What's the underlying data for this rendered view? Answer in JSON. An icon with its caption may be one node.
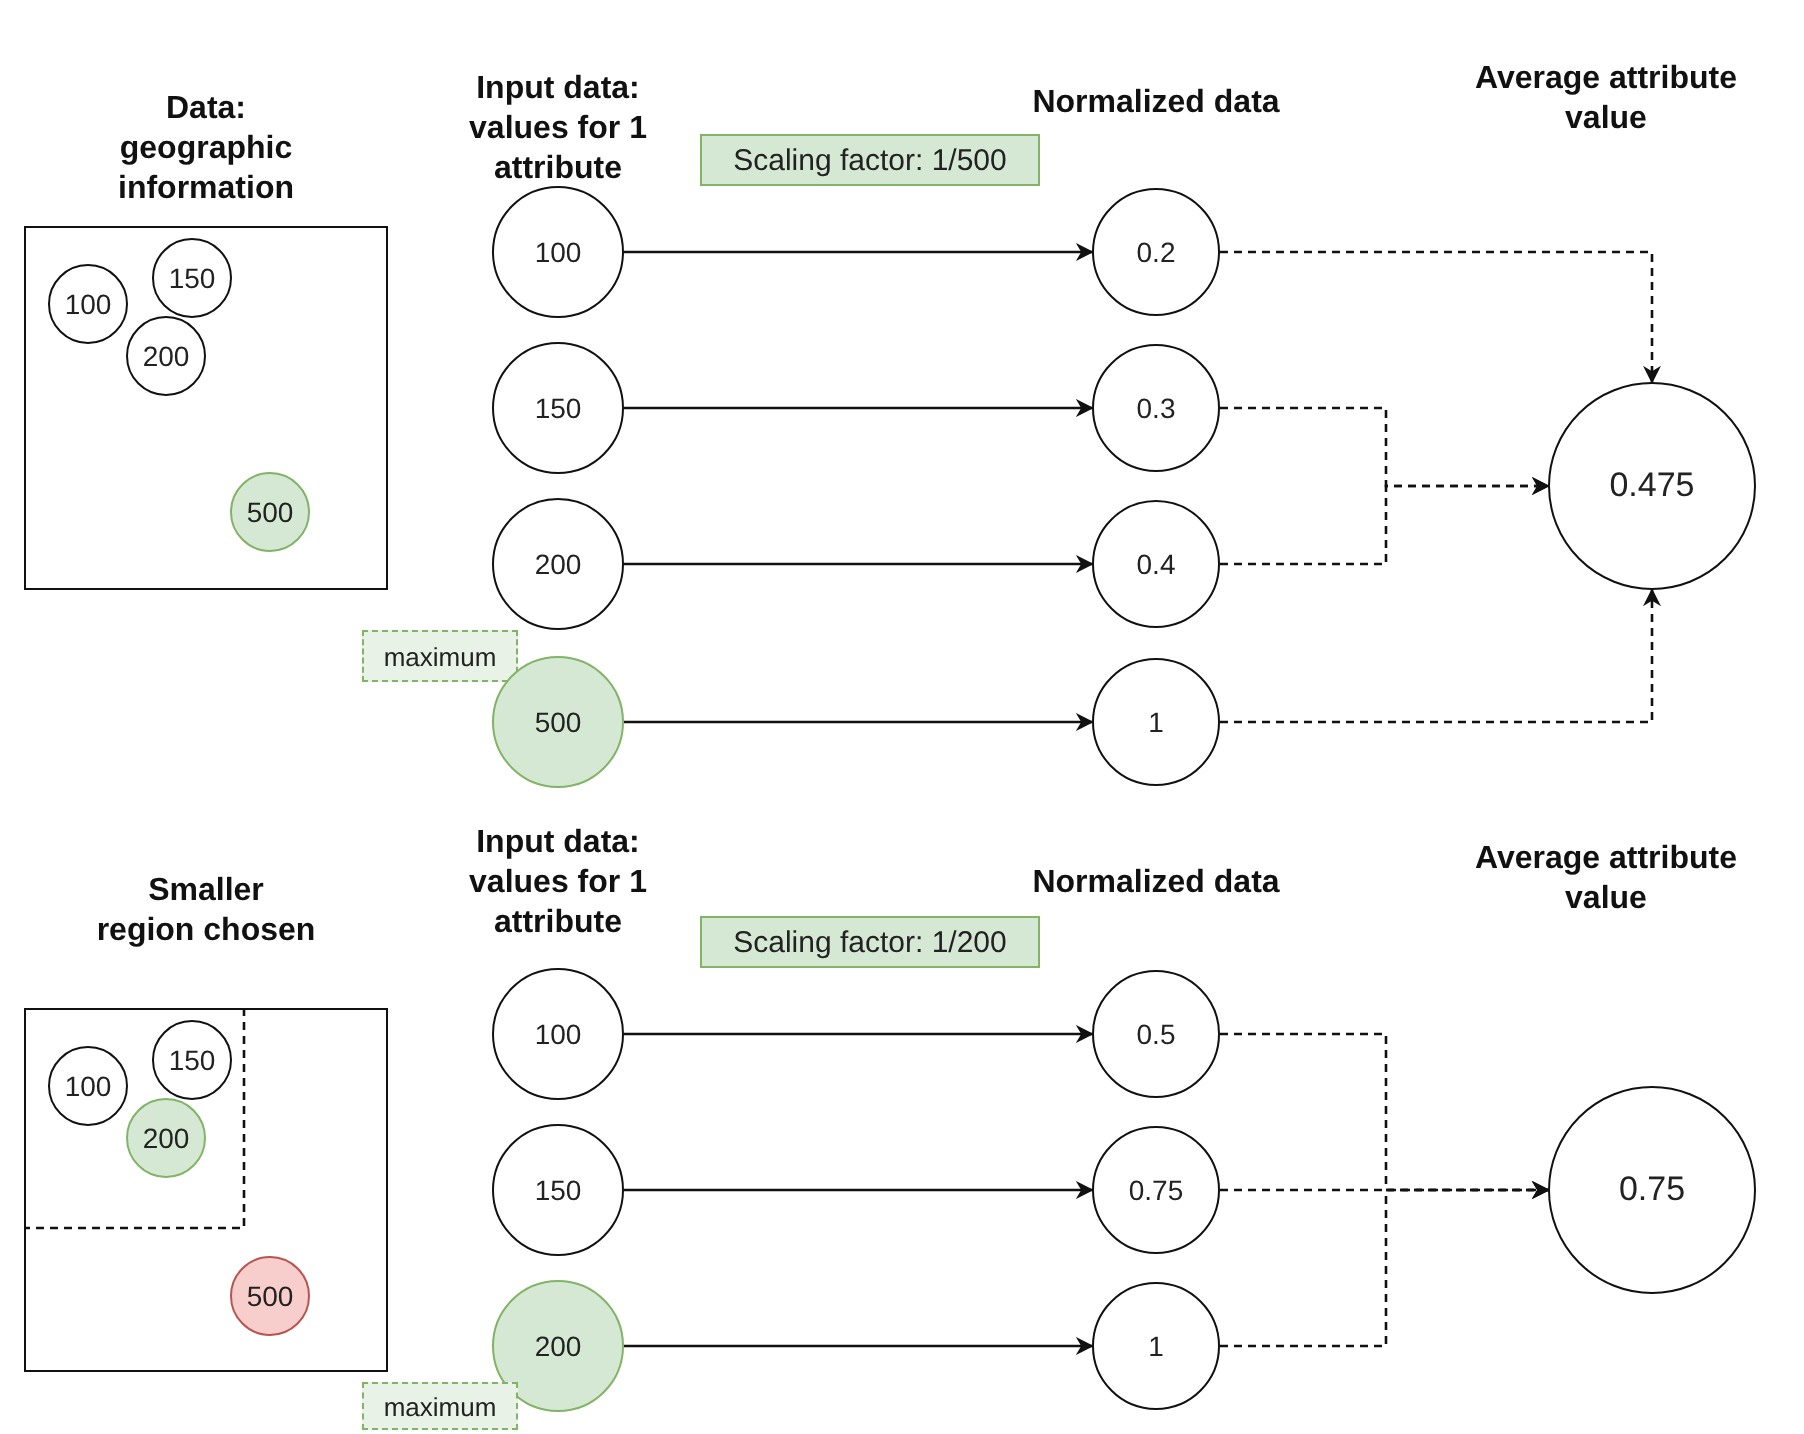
{
  "diagram": {
    "nodes": [
      {
        "text": [
          "Data: geographic information"
        ]
      },
      {
        "text": [
          "100"
        ],
        "in": 0
      },
      {
        "text": [
          "150"
        ],
        "in": 0
      },
      {
        "text": [
          "200"
        ],
        "in": 0
      },
      {
        "text": [
          "500"
        ],
        "in": 0
      },
      {
        "text": [
          "Scaling factor: 1/500"
        ]
      },
      {
        "text": [
          "100"
        ]
      },
      {
        "text": [
          "150"
        ]
      },
      {
        "text": [
          "200"
        ]
      },
      {
        "text": [
          "maximum"
        ]
      },
      {
        "text": [
          "500"
        ]
      },
      {
        "text": [
          "0.2"
        ]
      },
      {
        "text": [
          "0.3"
        ]
      },
      {
        "text": [
          "0.4"
        ]
      },
      {
        "text": [
          "1"
        ]
      },
      {
        "text": [
          "0.475"
        ]
      },
      {
        "text": [
          "Smaller region chosen"
        ]
      },
      {
        "text": [
          "100"
        ],
        "in": 16
      },
      {
        "text": [
          "150"
        ],
        "in": 16
      },
      {
        "text": [
          "200"
        ],
        "in": 16
      },
      {
        "text": [
          "500"
        ],
        "in": 16
      },
      {
        "text": [
          "Scaling factor: 1/200"
        ]
      },
      {
        "text": [
          "100"
        ]
      },
      {
        "text": [
          "150"
        ]
      },
      {
        "text": [
          "200"
        ]
      },
      {
        "text": [
          "0.5"
        ]
      },
      {
        "text": [
          "0.75"
        ]
      },
      {
        "text": [
          "1"
        ]
      },
      {
        "text": [
          "0.75"
        ]
      },
      {
        "text": [
          "maximum"
        ]
      }
    ],
    "edges": [
      {
        "from": 6,
        "to": 11,
        "arrow": "to"
      },
      {
        "from": 7,
        "to": 12,
        "arrow": "to"
      },
      {
        "from": 8,
        "to": 13,
        "arrow": "to"
      },
      {
        "from": 10,
        "to": 14,
        "arrow": "to"
      },
      {
        "from": 11,
        "to": 15,
        "arrow": "to",
        "style": "dashed"
      },
      {
        "from": 12,
        "to": 15,
        "arrow": "to",
        "style": "dashed"
      },
      {
        "from": 13,
        "to": 15,
        "arrow": "to",
        "style": "dashed"
      },
      {
        "from": 14,
        "to": 15,
        "arrow": "to",
        "style": "dashed"
      },
      {
        "from": 22,
        "to": 25,
        "arrow": "to"
      },
      {
        "from": 23,
        "to": 26,
        "arrow": "to"
      },
      {
        "from": 24,
        "to": 27,
        "arrow": "to"
      },
      {
        "from": 25,
        "to": 28,
        "arrow": "to",
        "style": "dashed"
      },
      {
        "from": 26,
        "to": 28,
        "arrow": "to",
        "style": "dashed"
      },
      {
        "from": 27,
        "to": 28,
        "arrow": "to",
        "style": "dashed"
      }
    ],
    "labels": [
      "Input data: values for 1 attribute",
      "Normalized data",
      "Average attribute value",
      "Input data: values for 1 attribute",
      "Normalized data",
      "Average attribute value"
    ]
  }
}
